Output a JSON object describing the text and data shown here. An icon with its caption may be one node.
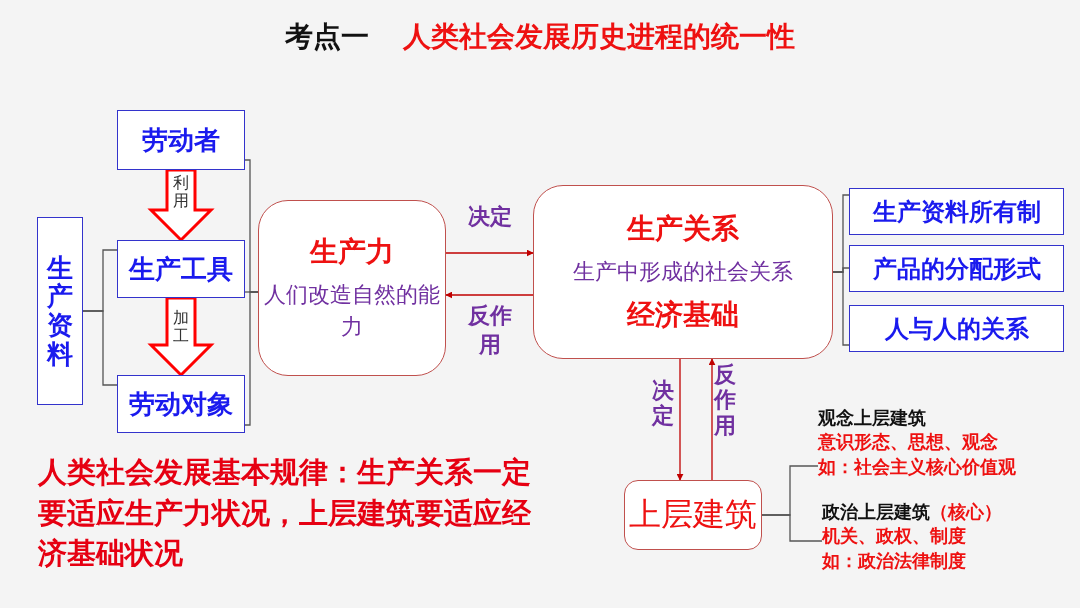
{
  "diagram": {
    "title": "人类社会发展历史进程的统一性",
    "nodes": [
      {
        "text": [
          "劳动者"
        ]
      },
      {
        "text": [
          "生产工具"
        ]
      },
      {
        "text": [
          "劳动对象"
        ]
      },
      {
        "text": [
          "生产资料"
        ]
      },
      {
        "text": [
          "生产力",
          "人们改造自然的能力"
        ]
      },
      {
        "text": [
          "生产关系",
          "生产中形成的社会关系",
          "经济基础"
        ]
      },
      {
        "text": [
          "生产资料所有制"
        ]
      },
      {
        "text": [
          "产品的分配形式"
        ]
      },
      {
        "text": [
          "人与人的关系"
        ]
      },
      {
        "text": [
          "上层建筑"
        ]
      },
      {
        "text": [
          "观念上层建筑",
          "意识形态、思想、观念",
          "如：社会主义核心价值观"
        ]
      },
      {
        "text": [
          "政治上层建筑",
          "（核心）",
          "机关、政权、制度",
          "如：政治法律制度"
        ]
      }
    ],
    "edges": [
      {
        "from": 0,
        "to": 1,
        "arrow": "to",
        "label": "利用",
        "style": "thick",
        "color": "#ff0000"
      },
      {
        "from": 1,
        "to": 2,
        "arrow": "to",
        "label": "加工",
        "style": "thick",
        "color": "#ff0000"
      },
      {
        "from": 3,
        "to": 1,
        "arrow": "none"
      },
      {
        "from": 3,
        "to": 2,
        "arrow": "none"
      },
      {
        "from": 0,
        "to": 4,
        "arrow": "none"
      },
      {
        "from": 1,
        "to": 4,
        "arrow": "none"
      },
      {
        "from": 2,
        "to": 4,
        "arrow": "none"
      },
      {
        "from": 4,
        "to": 5,
        "arrow": "to",
        "label": "决定",
        "color": "#c00000"
      },
      {
        "from": 5,
        "to": 4,
        "arrow": "to",
        "label": "反作用",
        "color": "#c00000"
      },
      {
        "from": 5,
        "to": 6,
        "arrow": "none"
      },
      {
        "from": 5,
        "to": 7,
        "arrow": "none"
      },
      {
        "from": 5,
        "to": 8,
        "arrow": "none"
      },
      {
        "from": 5,
        "to": 9,
        "arrow": "to",
        "label": "决定",
        "color": "#c00000"
      },
      {
        "from": 9,
        "to": 5,
        "arrow": "to",
        "label": "反作用",
        "color": "#c00000"
      },
      {
        "from": 9,
        "to": 10,
        "arrow": "none"
      },
      {
        "from": 9,
        "to": 11,
        "arrow": "none"
      }
    ],
    "labels": [
      "考点一",
      "人类社会发展基本规律：生产关系一定要适应生产力状况，上层建筑要适应经济基础状况"
    ]
  }
}
